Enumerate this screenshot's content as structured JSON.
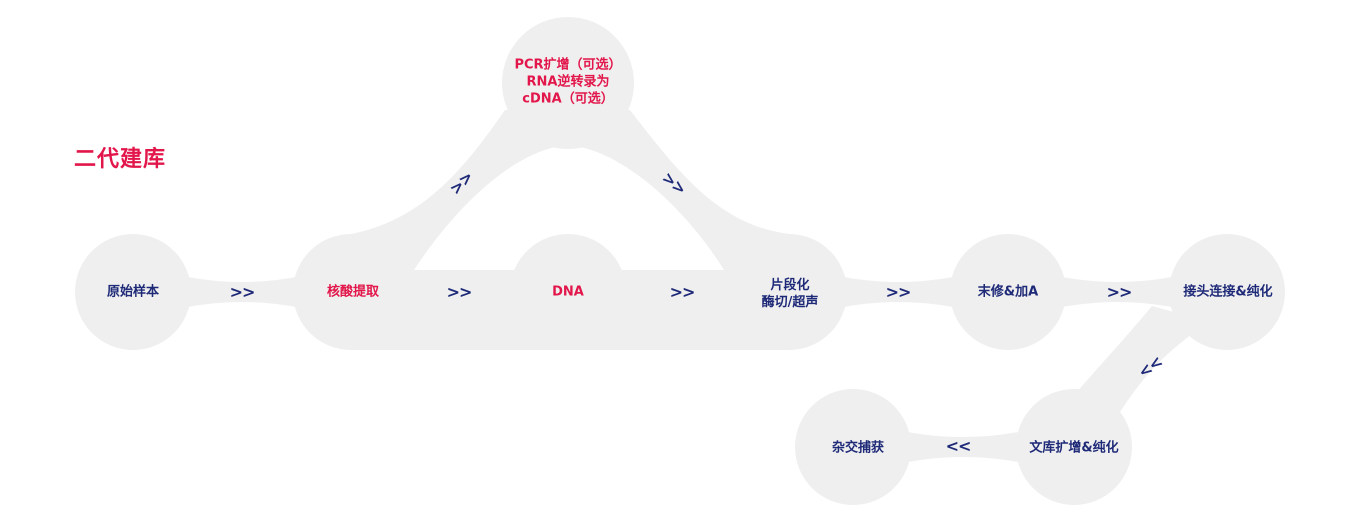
{
  "title": "二代建库",
  "colors": {
    "accent": "#e2164a",
    "primary": "#1e2a78",
    "blob": "#efefef"
  },
  "nodes": {
    "raw_sample": {
      "lines": [
        "原始样本"
      ],
      "color": "#1e2a78"
    },
    "extraction": {
      "lines": [
        "核酸提取"
      ],
      "color": "#e2164a"
    },
    "dna": {
      "lines": [
        "DNA"
      ],
      "color": "#e2164a"
    },
    "optional": {
      "lines": [
        "PCR扩增（可选）",
        "RNA逆转录为",
        "cDNA（可选）"
      ],
      "color": "#e2164a"
    },
    "fragment": {
      "lines": [
        "片段化",
        "酶切/超声"
      ],
      "color": "#1e2a78"
    },
    "end_repair": {
      "lines": [
        "末修&加A"
      ],
      "color": "#1e2a78"
    },
    "ligation": {
      "lines": [
        "接头连接&纯化"
      ],
      "color": "#1e2a78"
    },
    "amplify": {
      "lines": [
        "文库扩增&纯化"
      ],
      "color": "#1e2a78"
    },
    "capture": {
      "lines": [
        "杂交捕获"
      ],
      "color": "#1e2a78"
    }
  },
  "arrows": {
    "a1": ">>",
    "a2": ">>",
    "a3": ">>",
    "a4": ">>",
    "a5": ">>",
    "up": ">>",
    "down": ">>",
    "diag": "<<",
    "back": "<<"
  }
}
